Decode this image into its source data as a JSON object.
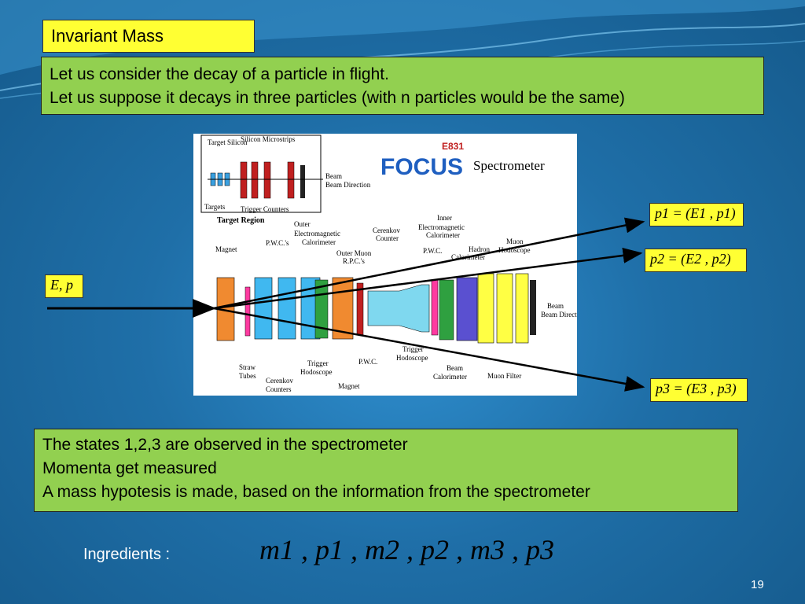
{
  "title": "Invariant Mass",
  "intro": {
    "line1": "Let us consider the decay of a particle in flight.",
    "line2": "Let us suppose it decays in three particles (with n particles would be the same)"
  },
  "figure": {
    "logo": "FOCUS",
    "logo_tag": "E831",
    "subtitle": "Spectrometer",
    "labels": {
      "target_silicon": "Target Silicon",
      "silicon_microstrips": "Silicon Microstrips",
      "targets": "Targets",
      "trigger_counters": "Trigger Counters",
      "beam_direction_top": "Beam Direction",
      "target_region": "Target Region",
      "magnet_left": "Magnet",
      "pwcs": "P.W.C.'s",
      "outer_em_cal": "Outer Electromagnetic Calorimeter",
      "outer_muon": "Outer Muon R.P.C.'s",
      "cerenkov_counter": "Cerenkov Counter",
      "inner_em_cal": "Inner Electromagnetic Calorimeter",
      "pwc_right": "P.W.C.",
      "hadron_cal": "Hadron Calorimeter",
      "muon_hodoscope": "Muon Hodoscope",
      "beam_direction_right": "Beam Direction",
      "straw_tubes": "Straw Tubes",
      "trigger_hodoscope_left": "Trigger Hodoscope",
      "cerenkov_counters": "Cerenkov Counters",
      "pwc_bottom": "P.W.C.",
      "magnet_bottom": "Magnet",
      "trigger_hodoscope_mid": "Trigger Hodoscope",
      "beam_calorimeter": "Beam Calorimeter",
      "muon_filter": "Muon Filter"
    }
  },
  "labels": {
    "initial": "E, p",
    "p1": "p1 = (E1 , p1)",
    "p2": "p2 = (E2 , p2)",
    "p3": "p3 = (E3 , p3)"
  },
  "states": {
    "line1": "The states 1,2,3 are observed in the spectrometer",
    "line2": "Momenta get measured",
    "line3": "A mass hypotesis is made, based on the information from the spectrometer"
  },
  "ingredients": {
    "label": "Ingredients :",
    "formula": "m1 , p1 , m2 , p2 , m3 , p3"
  },
  "page_number": "19",
  "colors": {
    "background": "#1f6fa8",
    "title_box": "#ffff33",
    "text_box": "#92d050"
  }
}
